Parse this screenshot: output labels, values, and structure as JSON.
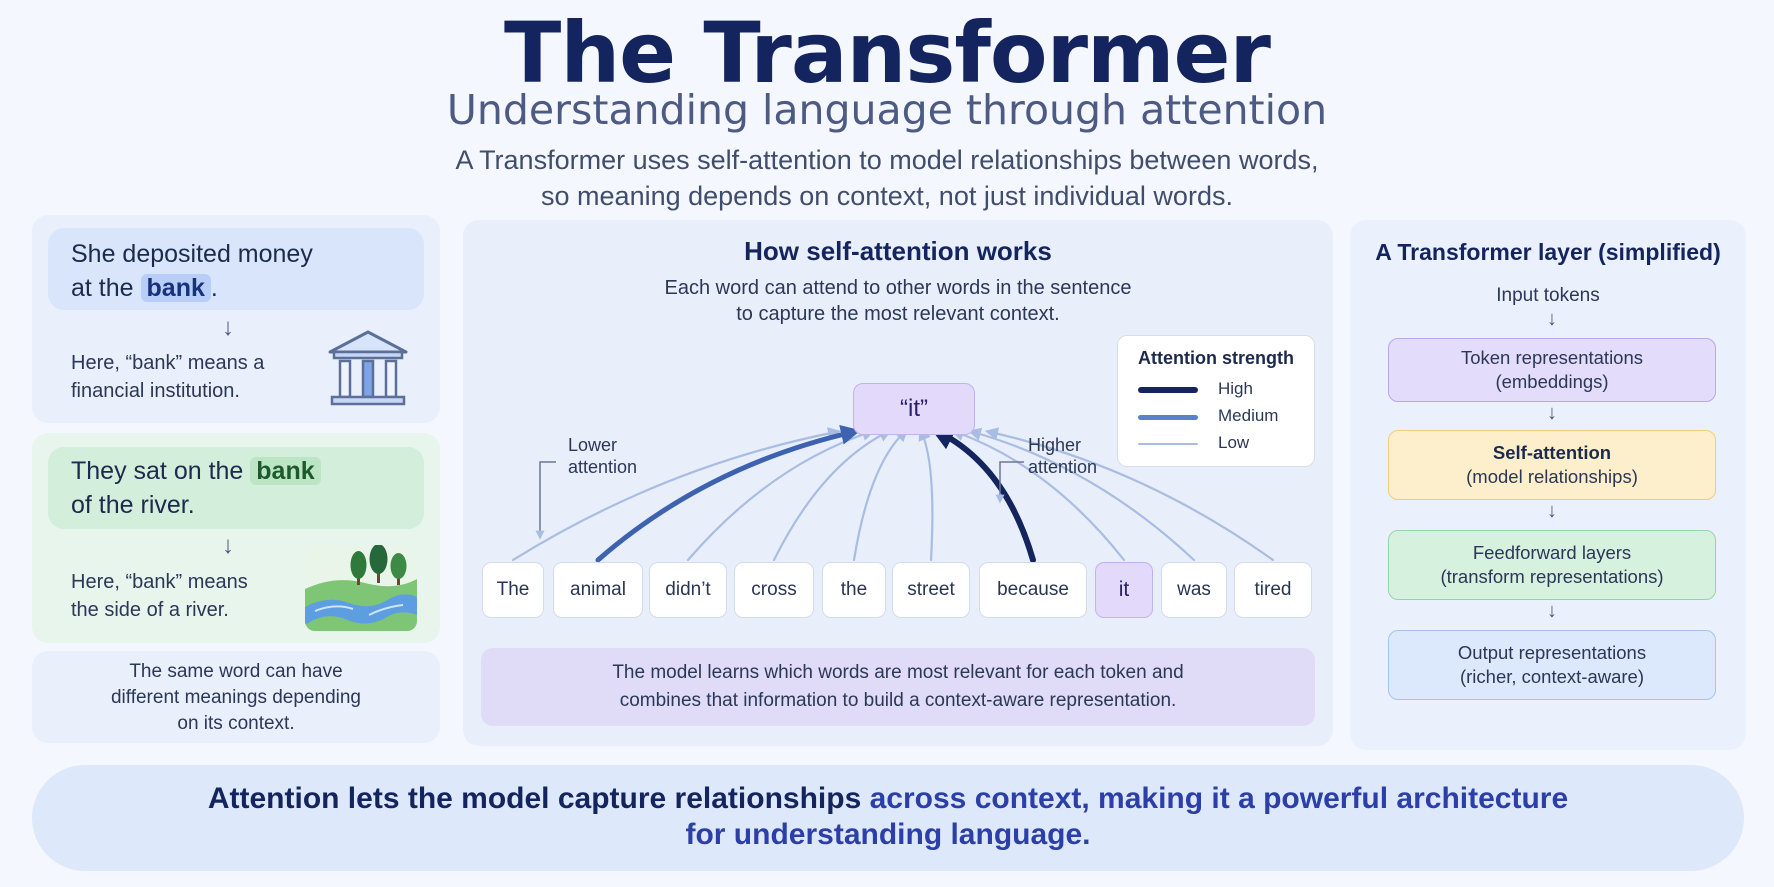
{
  "header": {
    "title": "The Transformer",
    "subtitle": "Understanding language through attention",
    "description_line1": "A Transformer uses self-attention to model relationships between words,",
    "description_line2": "so meaning depends on context, not just individual words."
  },
  "left": {
    "example1": {
      "line1": "She deposited money",
      "line2_before": "at the",
      "highlight": "bank",
      "line2_after": ".",
      "meaning_line1": "Here, “bank” means a",
      "meaning_line2": "financial institution.",
      "icon": "bank-building-icon"
    },
    "example2": {
      "line1_before": "They sat on the",
      "highlight": "bank",
      "line2": "of the river.",
      "meaning_line1": "Here, “bank” means",
      "meaning_line2": "the side of a river.",
      "icon": "river-landscape-icon"
    },
    "note_line1": "The same word can have",
    "note_line2": "different meanings depending",
    "note_line3": "on its context."
  },
  "attention": {
    "title": "How self-attention works",
    "desc_line1": "Each word can attend to other words in the sentence",
    "desc_line2": "to capture the most relevant context.",
    "focus_token": "“it”",
    "lower_label_line1": "Lower",
    "lower_label_line2": "attention",
    "higher_label_line1": "Higher",
    "higher_label_line2": "attention",
    "legend": {
      "title": "Attention strength",
      "high": "High",
      "medium": "Medium",
      "low": "Low"
    },
    "tokens": [
      "The",
      "animal",
      "didn’t",
      "cross",
      "the",
      "street",
      "because",
      "it",
      "was",
      "tired"
    ],
    "strengths": [
      "low",
      "medium",
      "low",
      "low",
      "low",
      "low",
      "high",
      "low",
      "low",
      "low"
    ],
    "summary_line1": "The model learns which words are most relevant for each token and",
    "summary_line2": "combines that information to build a context-aware representation."
  },
  "layer": {
    "title": "A Transformer layer (simplified)",
    "input": "Input tokens",
    "boxes": [
      {
        "line1": "Token representations",
        "line2": "(embeddings)",
        "bg": "#e3dcfb",
        "border": "#b7a8ee"
      },
      {
        "line1": "Self-attention",
        "line2": "(model relationships)",
        "bg": "#fdefcb",
        "border": "#efcd7a"
      },
      {
        "line1": "Feedforward layers",
        "line2": "(transform representations)",
        "bg": "#d7f1df",
        "border": "#98d2aa"
      },
      {
        "line1": "Output representations",
        "line2": "(richer, context-aware)",
        "bg": "#dce8fb",
        "border": "#a7c2ee"
      }
    ]
  },
  "footer": {
    "part1": "Attention lets the model capture relationships",
    "part2": " across context, making it a powerful architecture",
    "line2": "for understanding language."
  },
  "colors": {
    "high": "#14245e",
    "medium": "#3d62b0",
    "low": "#a9bde2"
  }
}
